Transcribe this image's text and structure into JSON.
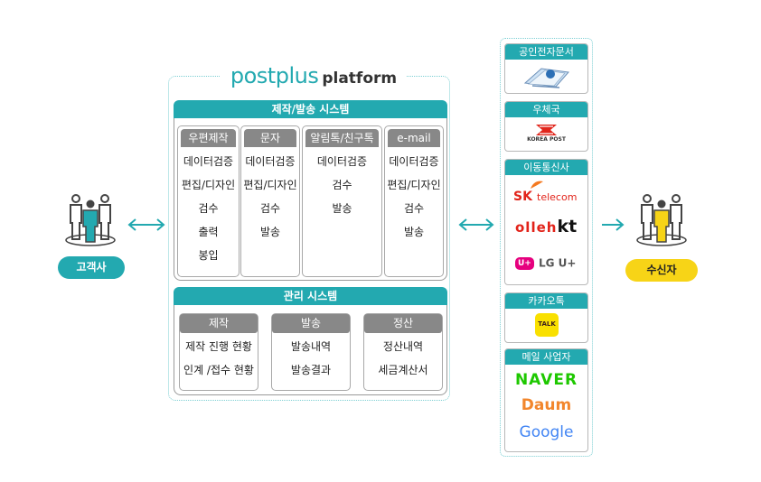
{
  "brand": {
    "name": "postplus",
    "suffix": "platform"
  },
  "customer": {
    "label": "고객사"
  },
  "receiver": {
    "label": "수신자"
  },
  "production": {
    "title": "제작/발송 시스템",
    "columns": [
      {
        "header": "우편제작",
        "items": [
          "데이터검증",
          "편집/디자인",
          "검수",
          "출력",
          "봉입"
        ]
      },
      {
        "header": "문자",
        "items": [
          "데이터검증",
          "편집/디자인",
          "검수",
          "발송"
        ]
      },
      {
        "header": "알림톡/친구톡",
        "items": [
          "데이터검증",
          "검수",
          "발송"
        ]
      },
      {
        "header": "e-mail",
        "items": [
          "데이터검증",
          "편집/디자인",
          "검수",
          "발송"
        ]
      }
    ]
  },
  "management": {
    "title": "관리 시스템",
    "columns": [
      {
        "header": "제작",
        "items": [
          "제작 진행 현황",
          "인계 /접수 현황"
        ]
      },
      {
        "header": "발송",
        "items": [
          "발송내역",
          "발송결과"
        ]
      },
      {
        "header": "정산",
        "items": [
          "정산내역",
          "세금계산서"
        ]
      }
    ]
  },
  "channels": {
    "certified": {
      "title": "공인전자문서"
    },
    "post": {
      "title": "우체국",
      "logo_text": "KOREA POST"
    },
    "mobile": {
      "title": "이동통신사",
      "sk_prefix": "SK",
      "sk_name": "telecom",
      "kt_prefix": "olleh",
      "kt_name": "kt",
      "lg_badge": "U+",
      "lg_name": "LG U+"
    },
    "kakao": {
      "title": "카카오톡",
      "logo_text": "TALK"
    },
    "mail": {
      "title": "메일 사업자",
      "naver": "NAVER",
      "daum": "Daum",
      "google": "Google"
    }
  },
  "colors": {
    "teal": "#23a9b0",
    "yellow": "#f7d417",
    "gray_header": "#888888"
  },
  "icons": [
    "people-group-icon",
    "double-arrow-icon",
    "right-arrow-icon"
  ]
}
